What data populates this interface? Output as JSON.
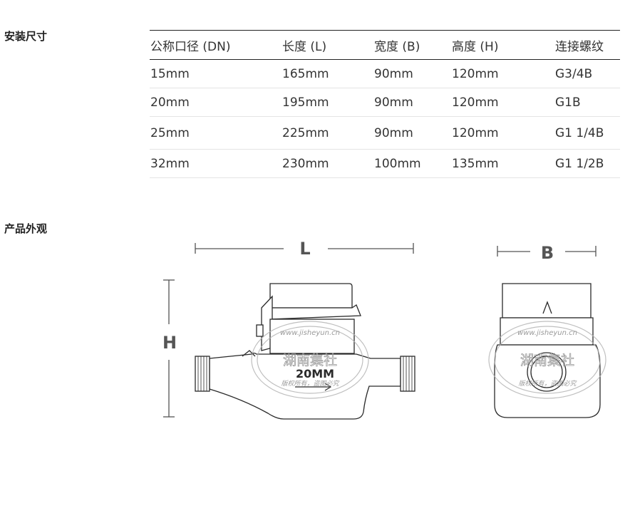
{
  "sections": {
    "install_dimensions": "安装尺寸",
    "product_appearance": "产品外观"
  },
  "table": {
    "headers": [
      "公称口径 (DN)",
      "长度 (L)",
      "宽度 (B)",
      "高度 (H)",
      "连接螺纹"
    ],
    "rows": [
      [
        "15mm",
        "165mm",
        "90mm",
        "120mm",
        "G3/4B"
      ],
      [
        "20mm",
        "195mm",
        "90mm",
        "120mm",
        "G1B"
      ],
      [
        "25mm",
        "225mm",
        "90mm",
        "120mm",
        "G1 1/4B"
      ],
      [
        "32mm",
        "230mm",
        "100mm",
        "135mm",
        "G1 1/2B"
      ]
    ]
  },
  "drawing": {
    "length_label": "L",
    "width_label": "B",
    "height_label": "H",
    "body_marking": "20MM"
  },
  "watermark": {
    "url": "www.jisheyun.cn",
    "name": "湖南集社",
    "notice": "版权所有，盗图必究"
  },
  "colors": {
    "text": "#333333",
    "line": "#222222",
    "divider": "#e4e4e4",
    "watermark": "#9a9a9a"
  }
}
